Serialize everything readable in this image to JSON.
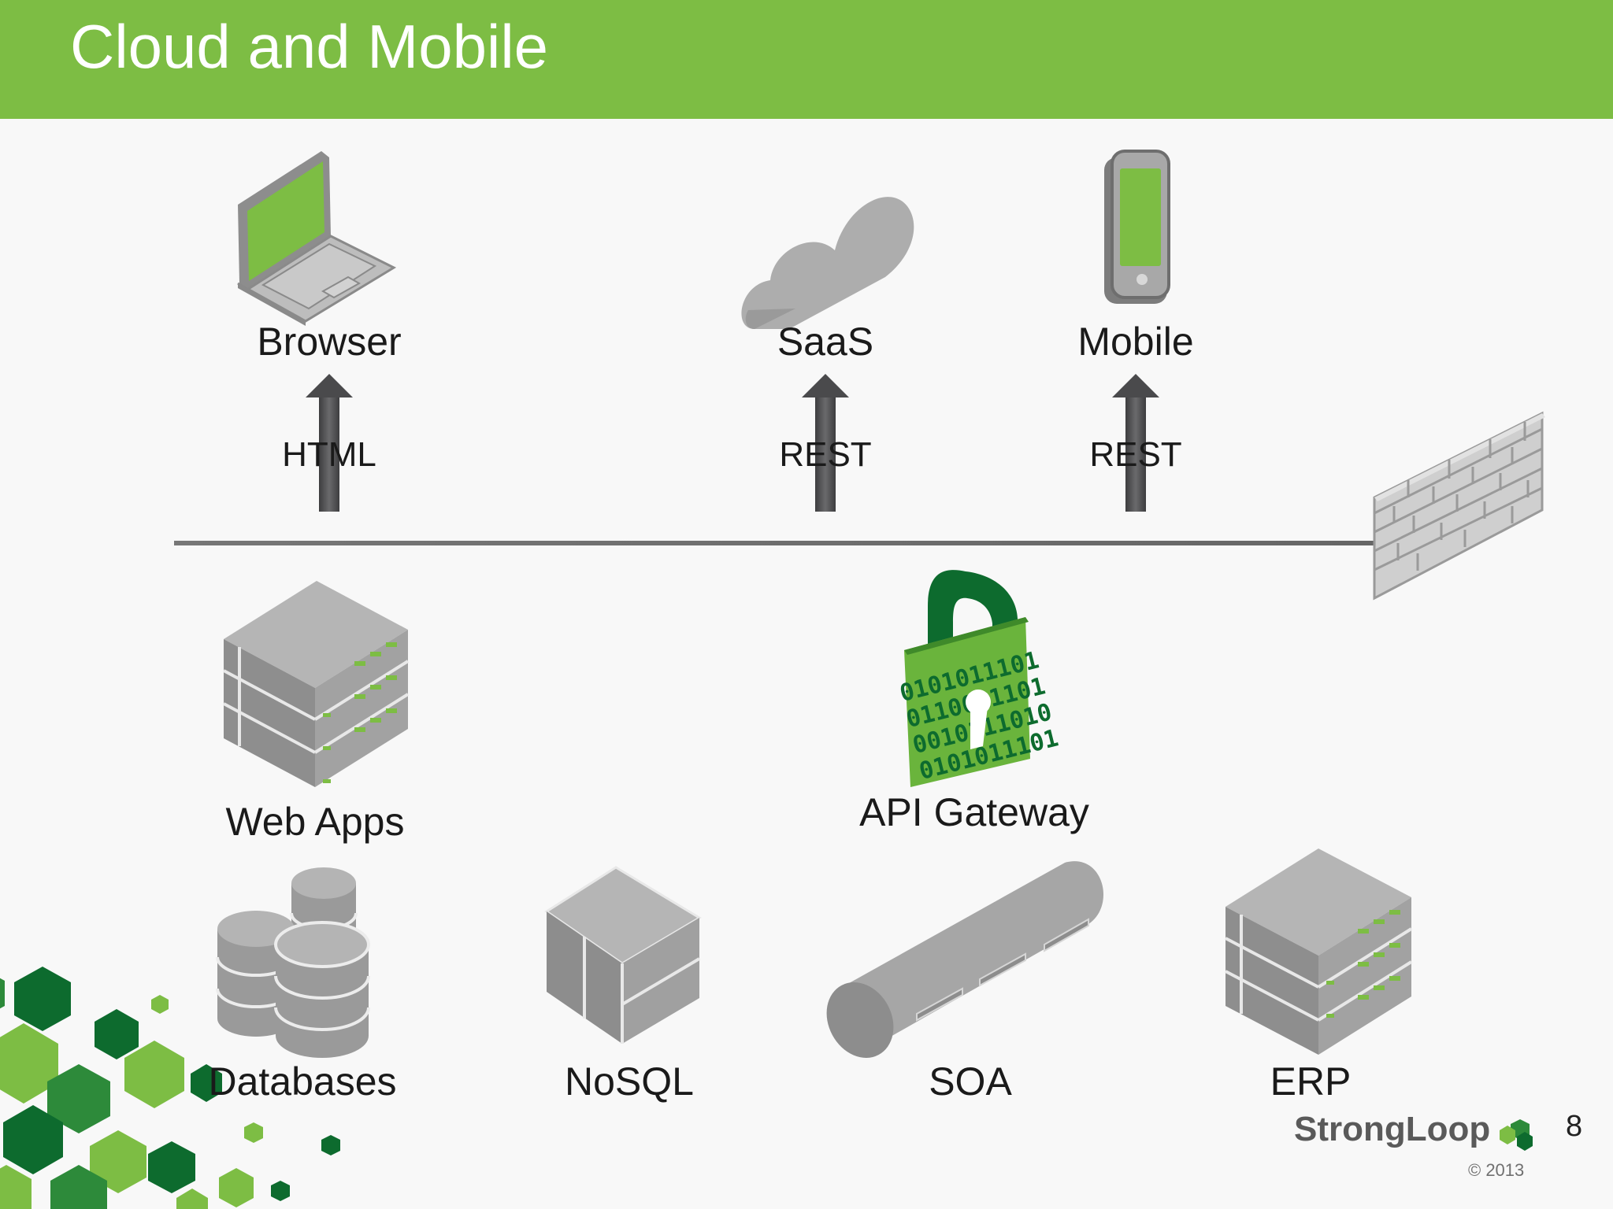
{
  "slide": {
    "title": "Cloud and Mobile",
    "page_number": "8"
  },
  "clients": [
    {
      "label": "Browser",
      "protocol": "HTML"
    },
    {
      "label": "SaaS",
      "protocol": "REST"
    },
    {
      "label": "Mobile",
      "protocol": "REST"
    }
  ],
  "middle": {
    "web_apps": "Web Apps",
    "gateway": "API Gateway"
  },
  "backends": [
    "Databases",
    "NoSQL",
    "SOA",
    "ERP"
  ],
  "lock_bits": [
    "0101011101",
    "0110011101",
    "0010111010",
    "0101011101"
  ],
  "footer": {
    "brand": "StrongLoop",
    "copyright": "© 2013"
  },
  "colors": {
    "header_green": "#7dbd44",
    "screen_green": "#7dbd44",
    "lock_green": "#0d6b2e",
    "icon_gray": "#a9a9a9"
  }
}
